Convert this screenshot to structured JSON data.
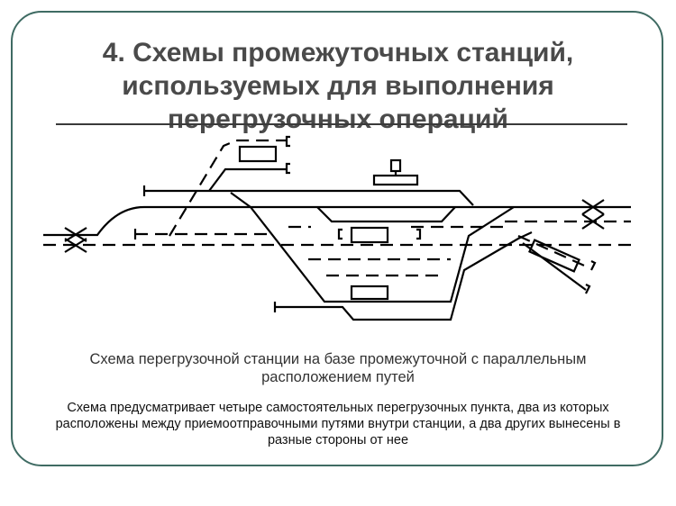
{
  "slide": {
    "title_line1": "4. Схемы промежуточных станций,",
    "title_line2": "используемых для выполнения",
    "title_line3": "перегрузочных операций",
    "caption": "Схема перегрузочной станции на базе промежуточной с параллельным расположением путей",
    "description": "Схема предусматривает четыре самостоятельных перегрузочных пункта, два из которых расположены между приемоотправочными путями внутри станции, а два других вынесены в разные стороны от нее"
  },
  "colors": {
    "border": "#3f6b63",
    "title": "#4a4a4a",
    "track": "#000000"
  }
}
